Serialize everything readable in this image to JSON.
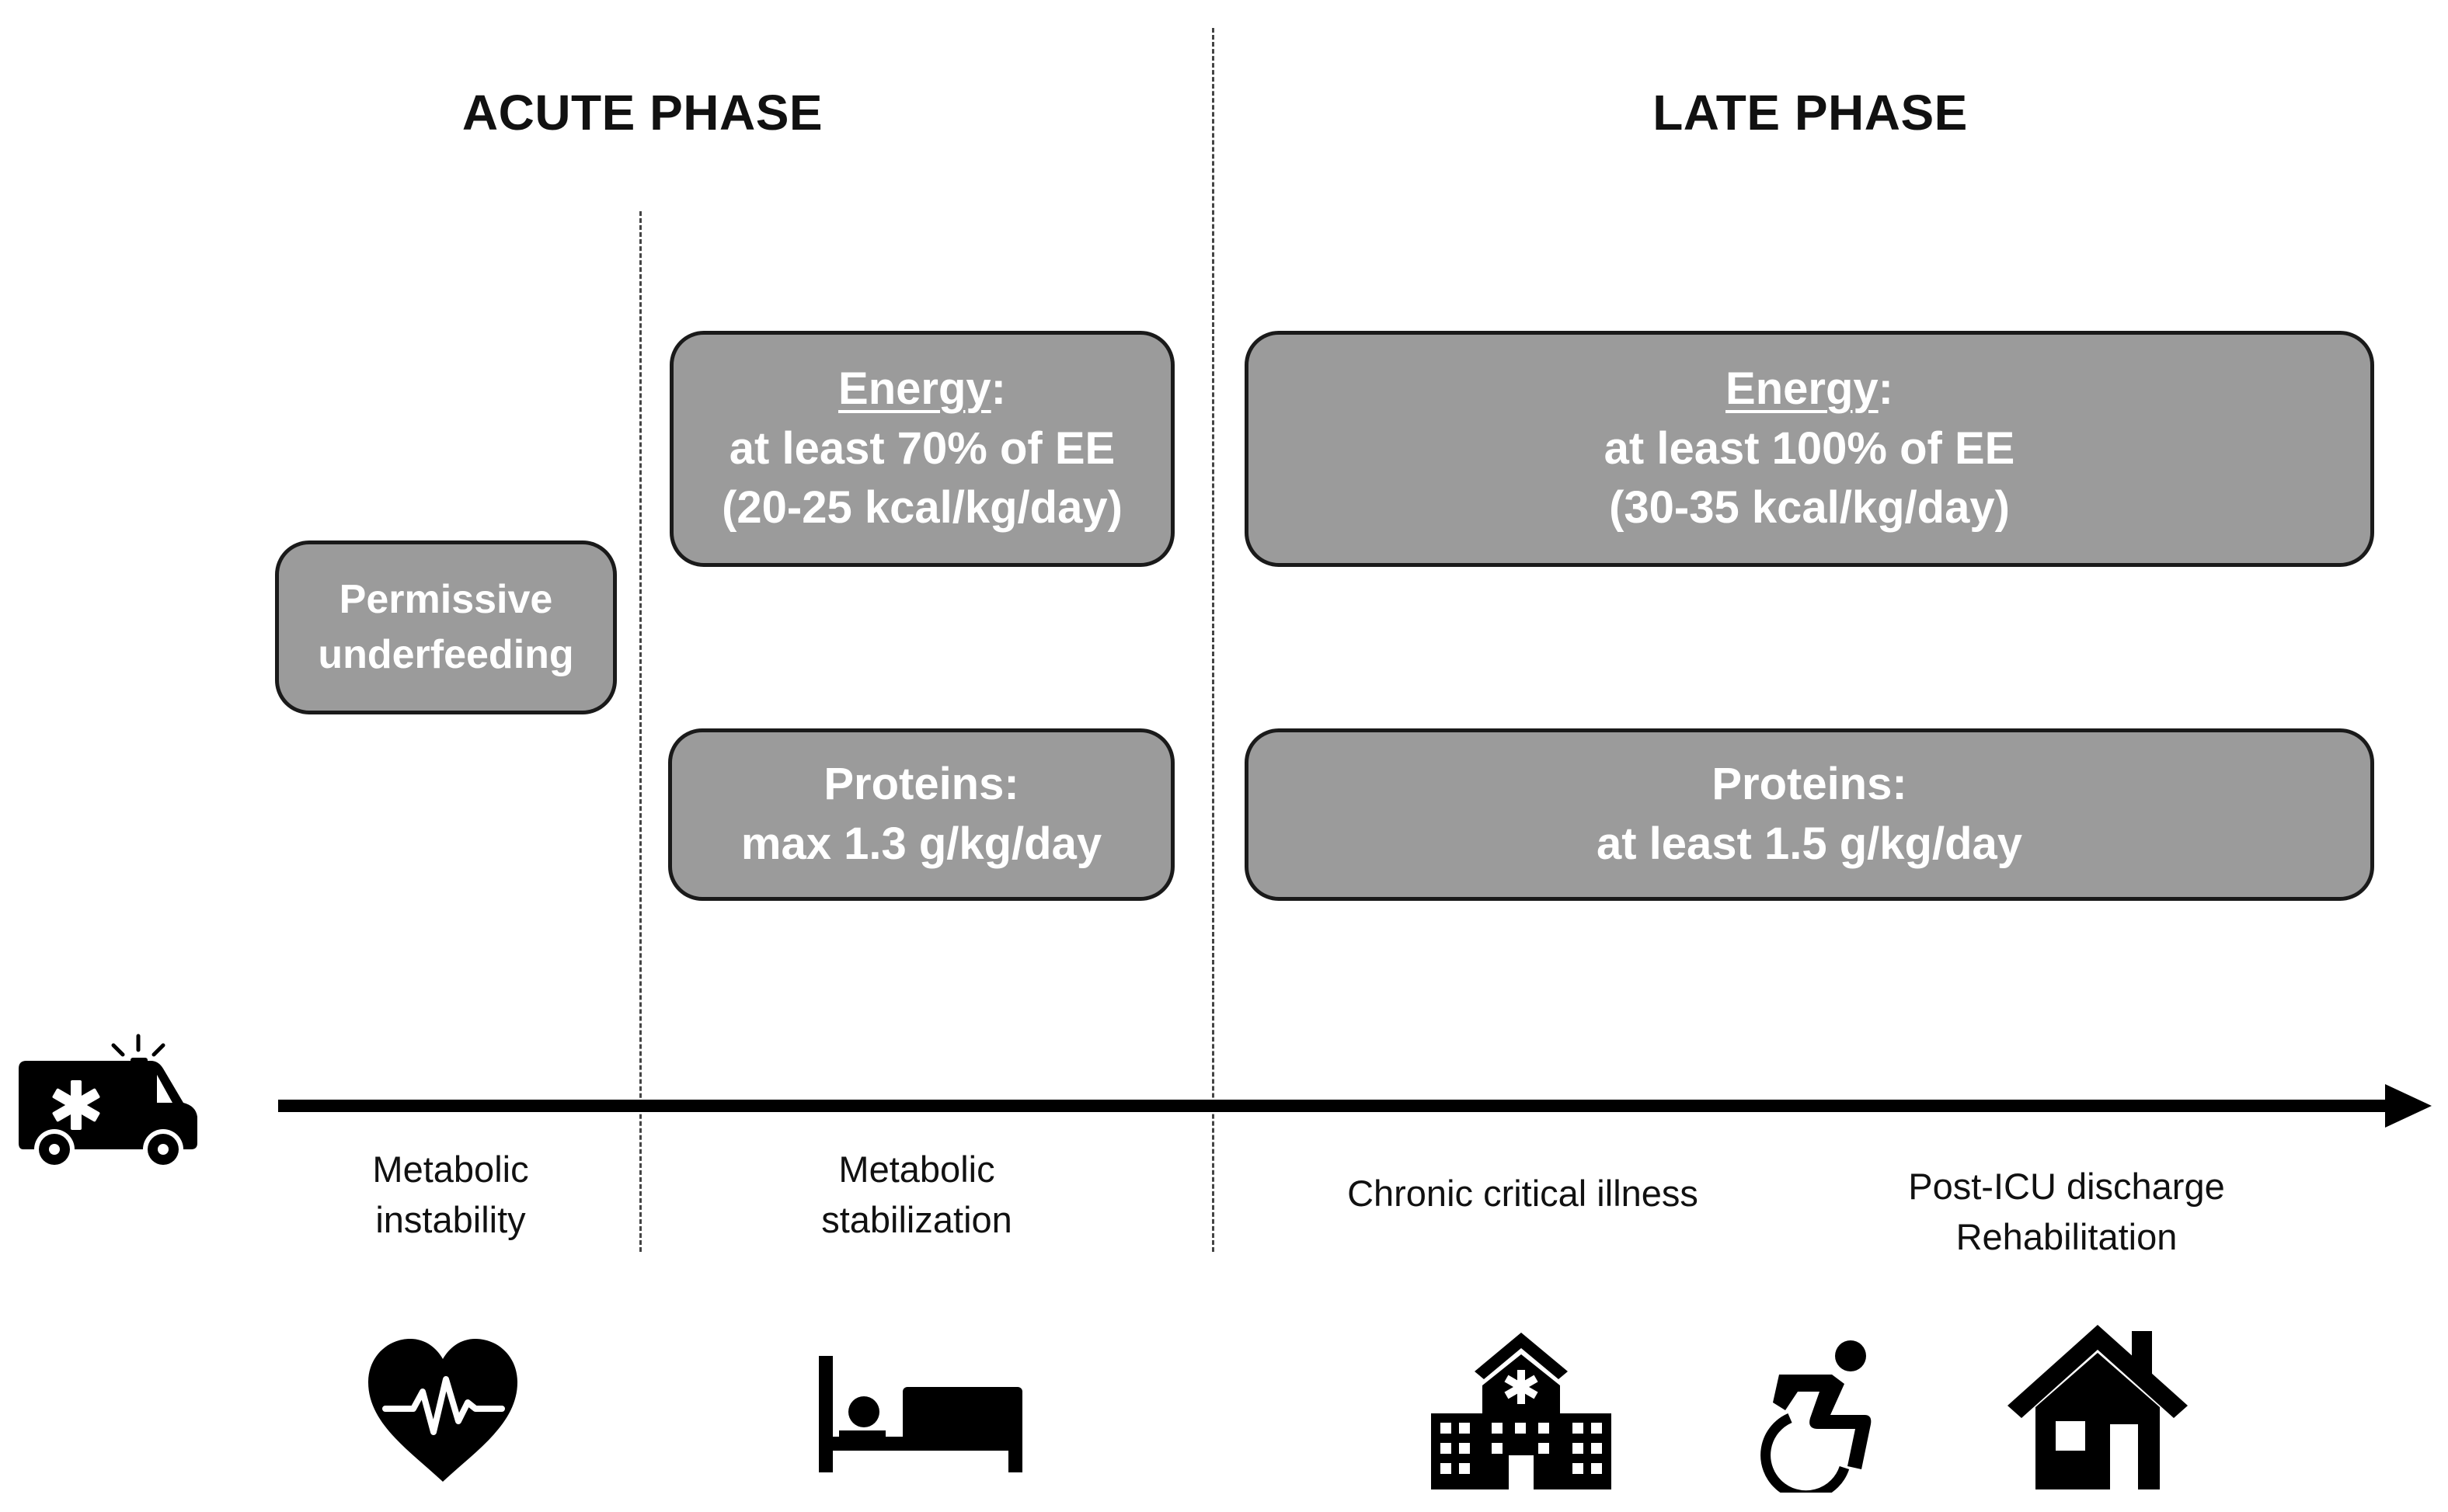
{
  "phases": {
    "acute": "ACUTE PHASE",
    "late": "LATE PHASE"
  },
  "boxes": {
    "permissive": {
      "line1": "Permissive",
      "line2": "underfeeding"
    },
    "acute_energy": {
      "heading": "Energy",
      "colon": ":",
      "line2": "at least 70% of EE",
      "line3": "(20-25 kcal/kg/day)"
    },
    "acute_proteins": {
      "heading": "Proteins:",
      "line2": "max 1.3 g/kg/day"
    },
    "late_energy": {
      "heading": "Energy",
      "colon": ":",
      "line2": "at least 100% of EE",
      "line3": "(30-35 kcal/kg/day)"
    },
    "late_proteins": {
      "heading": "Proteins:",
      "line2": "at least 1.5 g/kg/day"
    }
  },
  "stages": {
    "metabolic_instability": {
      "line1": "Metabolic",
      "line2": "instability"
    },
    "metabolic_stabilization": {
      "line1": "Metabolic",
      "line2": "stabilization"
    },
    "chronic": {
      "line1": "Chronic critical illness"
    },
    "post_icu": {
      "line1": "Post-ICU discharge",
      "line2": "Rehabilitation"
    }
  },
  "icons": {
    "ambulance": "ambulance-icon",
    "heart": "heartbeat-icon",
    "bed": "hospital-bed-icon",
    "hospital": "hospital-building-icon",
    "wheelchair": "wheelchair-icon",
    "house": "house-icon"
  },
  "colors": {
    "box_fill": "#9b9b9b",
    "box_border": "#1a1a1a",
    "box_text": "#ffffff",
    "icon": "#000000"
  }
}
